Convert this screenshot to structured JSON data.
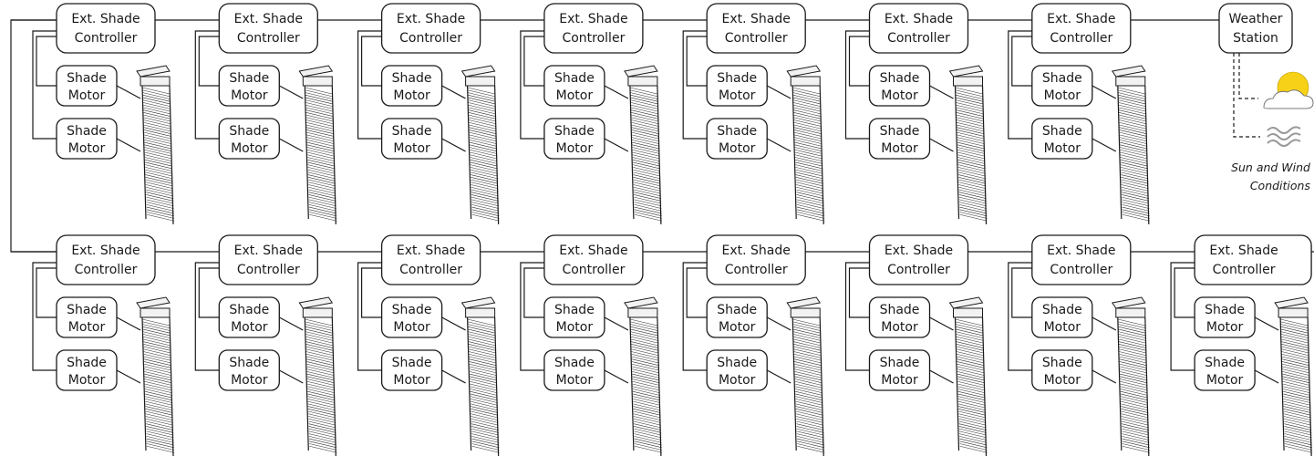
{
  "rows": [
    {
      "units": [
        {
          "controller": [
            "Ext. Shade",
            "Controller"
          ],
          "motors": [
            [
              "Shade",
              "Motor"
            ],
            [
              "Shade",
              "Motor"
            ]
          ]
        },
        {
          "controller": [
            "Ext. Shade",
            "Controller"
          ],
          "motors": [
            [
              "Shade",
              "Motor"
            ],
            [
              "Shade",
              "Motor"
            ]
          ]
        },
        {
          "controller": [
            "Ext. Shade",
            "Controller"
          ],
          "motors": [
            [
              "Shade",
              "Motor"
            ],
            [
              "Shade",
              "Motor"
            ]
          ]
        },
        {
          "controller": [
            "Ext. Shade",
            "Controller"
          ],
          "motors": [
            [
              "Shade",
              "Motor"
            ],
            [
              "Shade",
              "Motor"
            ]
          ]
        },
        {
          "controller": [
            "Ext. Shade",
            "Controller"
          ],
          "motors": [
            [
              "Shade",
              "Motor"
            ],
            [
              "Shade",
              "Motor"
            ]
          ]
        },
        {
          "controller": [
            "Ext. Shade",
            "Controller"
          ],
          "motors": [
            [
              "Shade",
              "Motor"
            ],
            [
              "Shade",
              "Motor"
            ]
          ]
        },
        {
          "controller": [
            "Ext. Shade",
            "Controller"
          ],
          "motors": [
            [
              "Shade",
              "Motor"
            ],
            [
              "Shade",
              "Motor"
            ]
          ]
        }
      ]
    },
    {
      "units": [
        {
          "controller": [
            "Ext. Shade",
            "Controller"
          ],
          "motors": [
            [
              "Shade",
              "Motor"
            ],
            [
              "Shade",
              "Motor"
            ]
          ]
        },
        {
          "controller": [
            "Ext. Shade",
            "Controller"
          ],
          "motors": [
            [
              "Shade",
              "Motor"
            ],
            [
              "Shade",
              "Motor"
            ]
          ]
        },
        {
          "controller": [
            "Ext. Shade",
            "Controller"
          ],
          "motors": [
            [
              "Shade",
              "Motor"
            ],
            [
              "Shade",
              "Motor"
            ]
          ]
        },
        {
          "controller": [
            "Ext. Shade",
            "Controller"
          ],
          "motors": [
            [
              "Shade",
              "Motor"
            ],
            [
              "Shade",
              "Motor"
            ]
          ]
        },
        {
          "controller": [
            "Ext. Shade",
            "Controller"
          ],
          "motors": [
            [
              "Shade",
              "Motor"
            ],
            [
              "Shade",
              "Motor"
            ]
          ]
        },
        {
          "controller": [
            "Ext. Shade",
            "Controller"
          ],
          "motors": [
            [
              "Shade",
              "Motor"
            ],
            [
              "Shade",
              "Motor"
            ]
          ]
        },
        {
          "controller": [
            "Ext. Shade",
            "Controller"
          ],
          "motors": [
            [
              "Shade",
              "Motor"
            ],
            [
              "Shade",
              "Motor"
            ]
          ]
        },
        {
          "controller": [
            "Ext. Shade",
            "Controller"
          ],
          "motors": [
            [
              "Shade",
              "Motor"
            ],
            [
              "Shade",
              "Motor"
            ]
          ]
        }
      ]
    }
  ],
  "weather_station": {
    "label": [
      "Weather",
      "Station"
    ],
    "note": [
      "Sun and Wind",
      "Conditions"
    ],
    "icons": [
      "sun-icon",
      "cloud-icon",
      "wind-icon"
    ],
    "sun_color": "#f7d117"
  }
}
